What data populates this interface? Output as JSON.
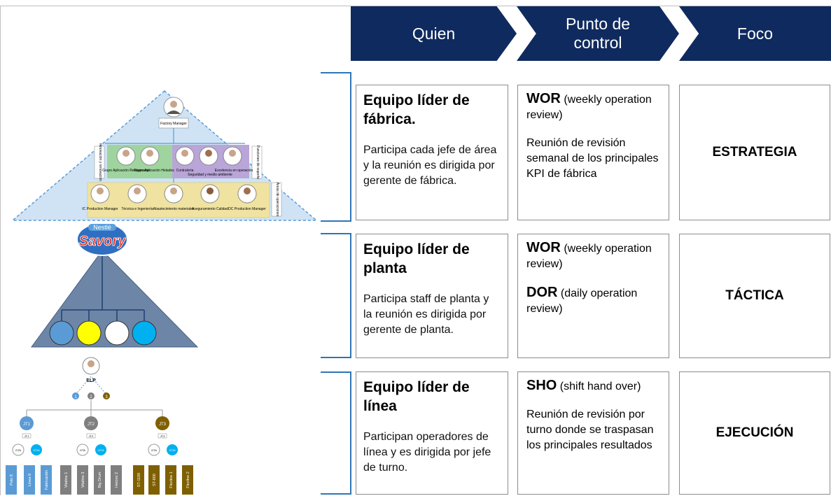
{
  "header": {
    "chevrons": [
      {
        "label": "Quien"
      },
      {
        "label": "Punto de\ncontrol"
      },
      {
        "label": "Foco"
      }
    ]
  },
  "rows": [
    {
      "quien_title": "Equipo líder de fábrica.",
      "quien_desc": "Participa cada jefe de área y la reunión es dirigida por gerente de fábrica.",
      "pc_items": [
        {
          "code": "WOR",
          "text": " (weekly operation review)"
        }
      ],
      "pc_desc": "Reunión de revisión semanal de los principales KPI de fábrica",
      "foco": "ESTRATEGIA"
    },
    {
      "quien_title": "Equipo líder de planta",
      "quien_desc": "Participa staff de planta y la reunión es dirigida por gerente de planta.",
      "pc_items": [
        {
          "code": "WOR",
          "text": " (weekly operation review)"
        },
        {
          "code": "DOR",
          "text": " (daily operation review)"
        }
      ],
      "pc_desc": "",
      "foco": "TÁCTICA"
    },
    {
      "quien_title": "Equipo líder de línea",
      "quien_desc": "Participan operadores de línea y es dirigida por jefe de turno.",
      "pc_items": [
        {
          "code": "SHO",
          "text": " (shift hand over)"
        }
      ],
      "pc_desc": "Reunión de revisión por turno donde se traspasan los principales resultados",
      "foco": "EJECUCIÓN"
    }
  ],
  "factory_org": {
    "top": "Factory Manager",
    "left_side_label": "Innovación y renovación",
    "right_side_label": "Funciones de soporte",
    "ops_side_label": "Áreas de operaciones",
    "mid_row": [
      "Grupo Aplicación Refrigerados",
      "Grupo Aplicación Helados",
      "Contraloría",
      "Seguridad y medio ambiente",
      "Excelencia en operación"
    ],
    "bottom_row": [
      "IC Production Manager",
      "Técnica e Ingeniería",
      "Abastecimiento materiales",
      "Aseguramiento Calidad",
      "DC Production Manager"
    ]
  },
  "brand": {
    "top": "Nestlé",
    "name": "Savory"
  },
  "plant_circle_colors": [
    "#5b9bd5",
    "#ffff00",
    "#ffffff",
    "#00b0f0"
  ],
  "line_org": {
    "top": "ELP",
    "numbers": [
      "1",
      "2",
      "3"
    ],
    "teams": [
      {
        "label": "JT1",
        "sub": "JT1",
        "color": "#5b9bd5",
        "gta": "GTA",
        "gtm": "GTM",
        "lines": [
          "Polo 8",
          "Línea 6",
          "Fabricación"
        ]
      },
      {
        "label": "JT2",
        "sub": "JT2",
        "color": "#7f7f7f",
        "gta": "GTA",
        "gtm": "GTM",
        "lines": [
          "Vitaline 1",
          "Vitaline 3",
          "Big Drum",
          "Hetzee 2"
        ]
      },
      {
        "label": "JT3",
        "sub": "JT3",
        "color": "#7f6000",
        "gta": "GTA",
        "gtm": "GTM",
        "lines": [
          "ST-1100",
          "ST-800",
          "Flexline 1",
          "Flexline 2"
        ]
      }
    ]
  }
}
